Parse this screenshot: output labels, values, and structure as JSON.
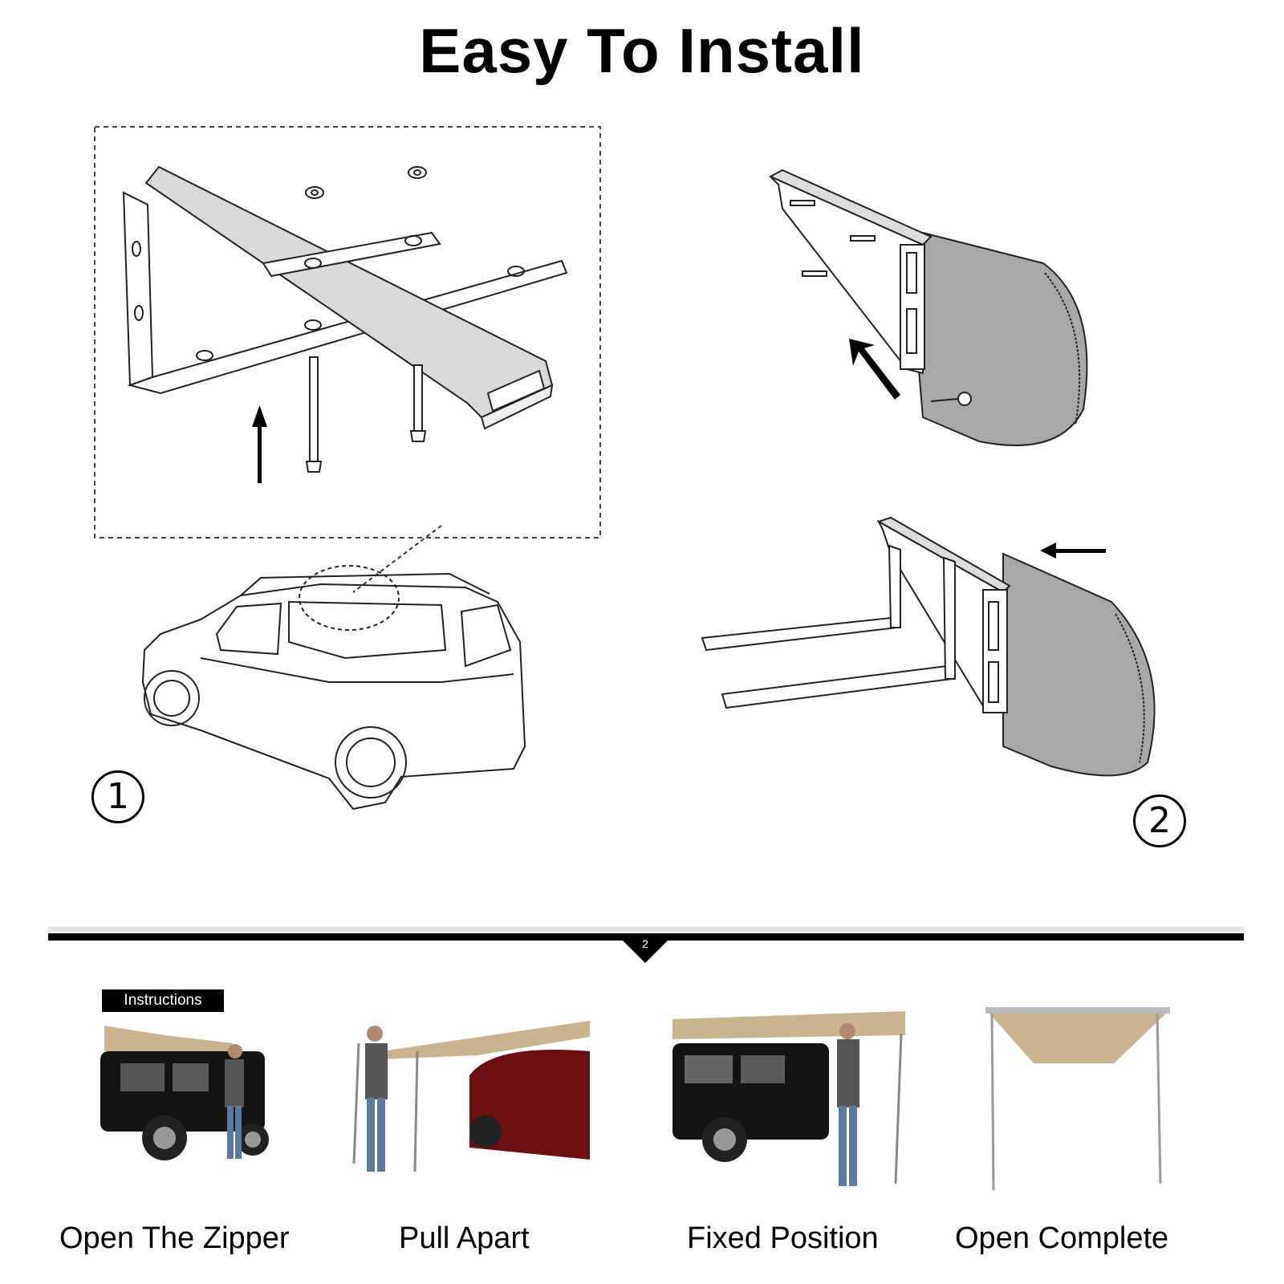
{
  "title": "Easy To Install",
  "steps": [
    {
      "number": "1"
    },
    {
      "number": "2"
    }
  ],
  "divider": {
    "marker": "2"
  },
  "instructions_badge": "Instructions",
  "photos": [
    {
      "caption": "Open The Zipper"
    },
    {
      "caption": "Pull Apart"
    },
    {
      "caption": "Fixed Position"
    },
    {
      "caption": "Open Complete"
    }
  ],
  "colors": {
    "background": "#ffffff",
    "text": "#000000",
    "awning": "#c9b48f",
    "drawing_fill": "#d9d9d9"
  }
}
